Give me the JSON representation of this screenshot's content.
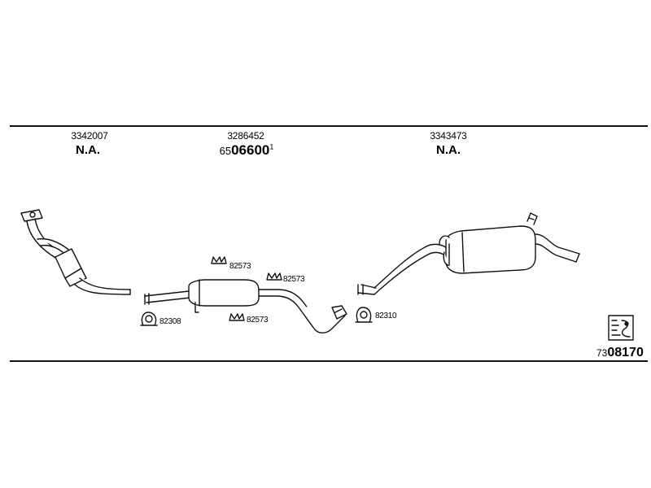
{
  "sections": [
    {
      "part_number": "3342007",
      "status": "N.A."
    },
    {
      "part_number": "3286452",
      "code_prefix": "65",
      "code_main": "06600",
      "code_superscript": "1"
    },
    {
      "part_number": "3343473",
      "status": "N.A."
    }
  ],
  "clamps": [
    {
      "label": "82573"
    },
    {
      "label": "82573"
    },
    {
      "label": "82573"
    },
    {
      "label": "82308"
    },
    {
      "label": "82310"
    }
  ],
  "catalog": {
    "prefix": "73",
    "number": "08170"
  },
  "colors": {
    "line": "#111111",
    "background": "#ffffff"
  }
}
